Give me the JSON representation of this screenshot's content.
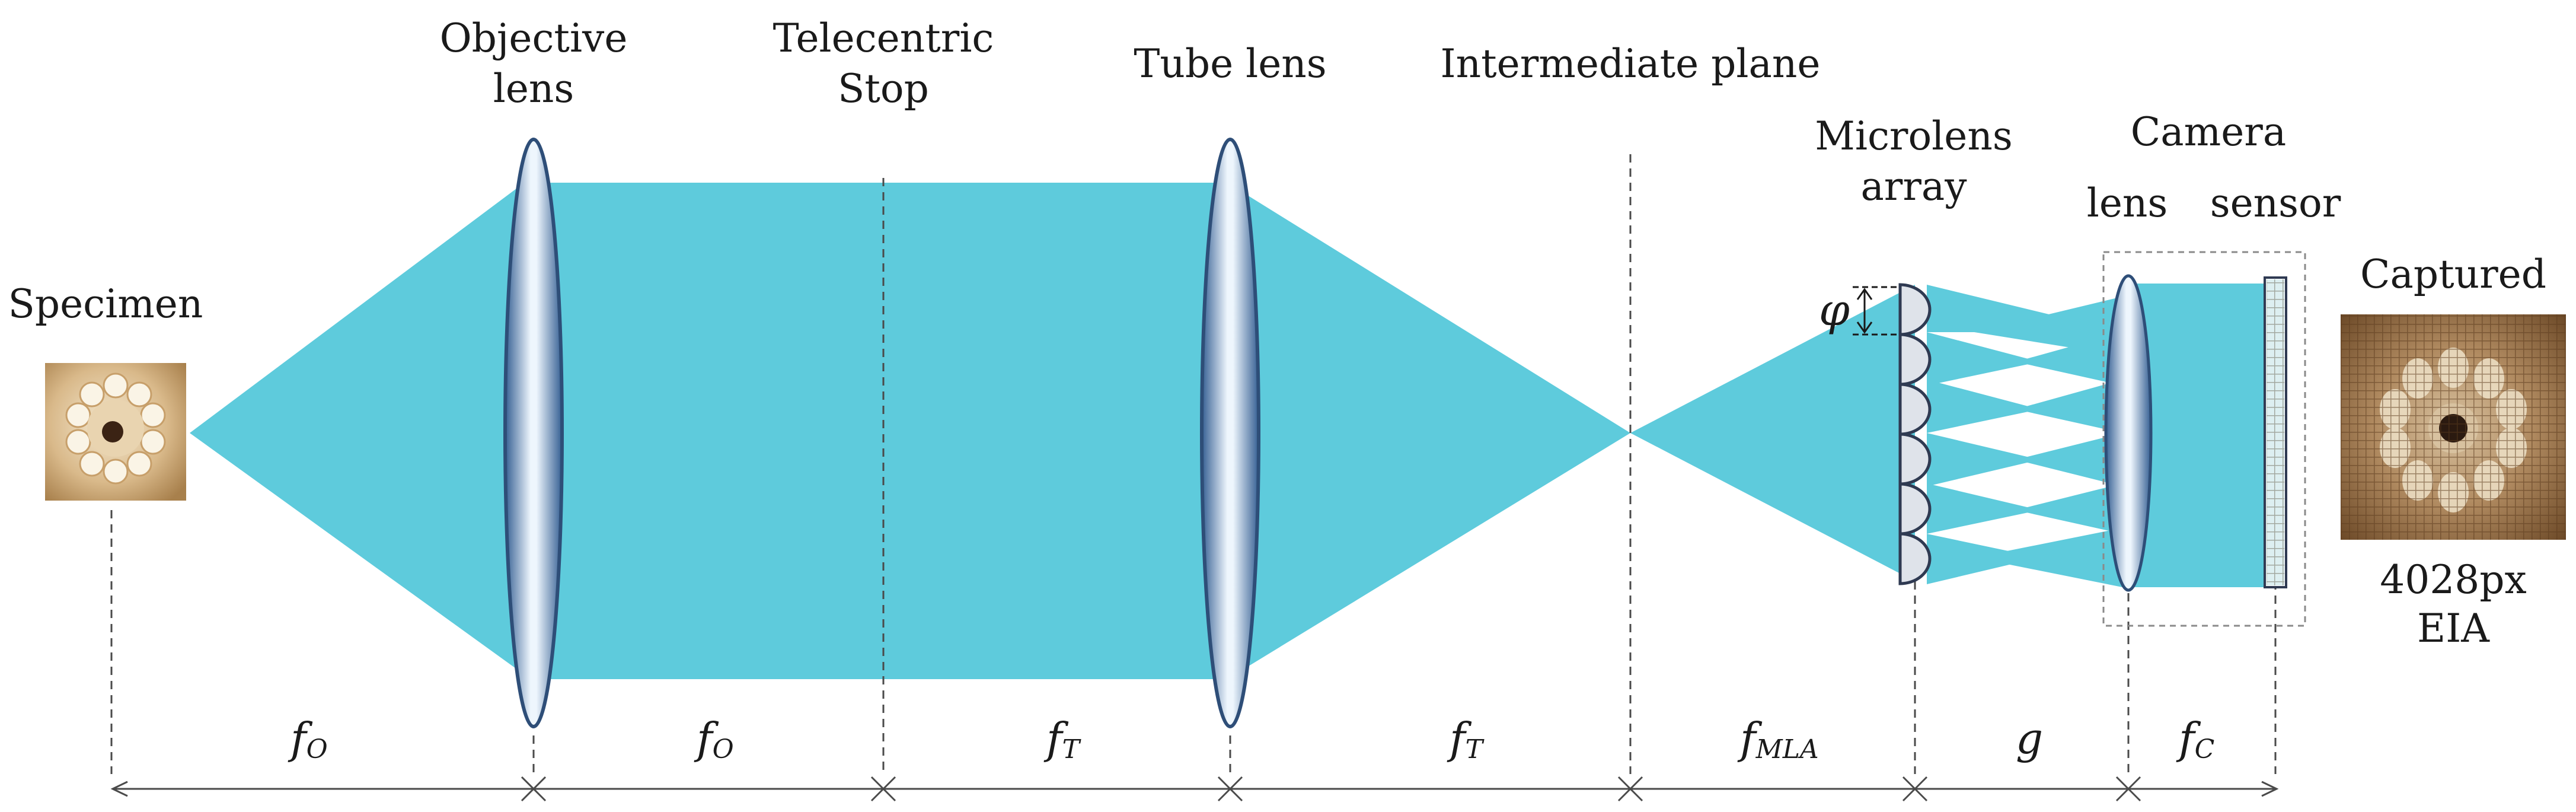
{
  "labels": {
    "objective_line1": "Objective",
    "objective_line2": "lens",
    "telecentric_line1": "Telecentric",
    "telecentric_line2": "Stop",
    "tube_lens": "Tube lens",
    "intermediate_plane": "Intermediate plane",
    "microlens_line1": "Microlens",
    "microlens_line2": "array",
    "camera": "Camera",
    "camera_lens": "lens",
    "camera_sensor": "sensor",
    "specimen": "Specimen",
    "captured": "Captured",
    "captured_size": "4028px",
    "captured_kind": "EIA",
    "pitch_symbol": "φ"
  },
  "distances": [
    {
      "base": "f",
      "sub": "O"
    },
    {
      "base": "f",
      "sub": "O"
    },
    {
      "base": "f",
      "sub": "T"
    },
    {
      "base": "f",
      "sub": "T"
    },
    {
      "base": "f",
      "sub": "MLA"
    },
    {
      "base": "g",
      "sub": ""
    },
    {
      "base": "f",
      "sub": "C"
    }
  ],
  "colors": {
    "beam": "#5ecbdc",
    "lens_edge": "#2e4e78",
    "lens_mid": "#e8f2fb",
    "lens_dark": "#4f7eb3",
    "line": "#4a4a4a"
  }
}
